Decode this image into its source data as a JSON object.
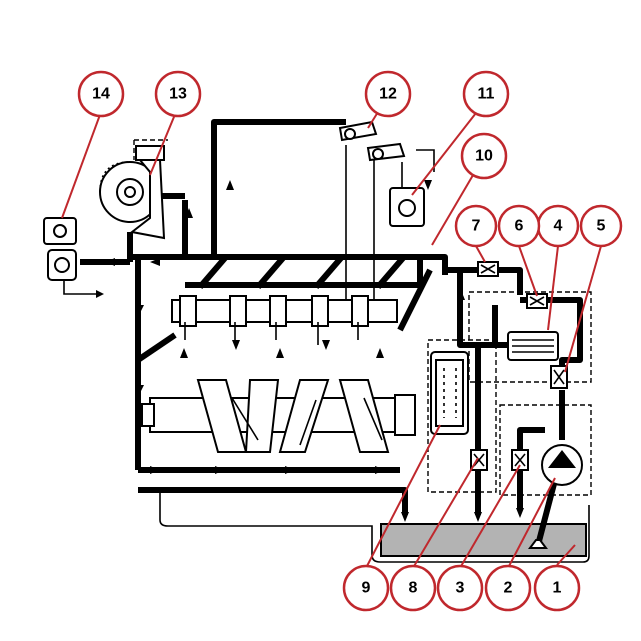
{
  "diagram": {
    "callouts": [
      {
        "label": "1"
      },
      {
        "label": "2"
      },
      {
        "label": "3"
      },
      {
        "label": "4"
      },
      {
        "label": "5"
      },
      {
        "label": "6"
      },
      {
        "label": "7"
      },
      {
        "label": "8"
      },
      {
        "label": "9"
      },
      {
        "label": "10"
      },
      {
        "label": "11"
      },
      {
        "label": "12"
      },
      {
        "label": "13"
      },
      {
        "label": "14"
      }
    ],
    "colors": {
      "callout_ring": "#c0282d",
      "line": "#000000",
      "oil": "#b3b3b3",
      "background": "#ffffff"
    }
  }
}
